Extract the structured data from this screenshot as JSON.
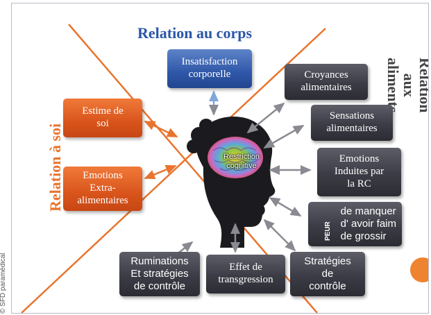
{
  "credit": "© SFD paramédical",
  "titles": {
    "top": "Relation au corps",
    "left": "Relation à soi",
    "right": "Relation aux\naliments"
  },
  "center": {
    "label": "Restriction\ncognitive"
  },
  "boxes": {
    "insatisfaction": "Insatisfaction\ncorporelle",
    "estime": "Estime de\nsoi",
    "emotions_extra": "Emotions\nExtra-\nalimentaires",
    "croyances": "Croyances\nalimentaires",
    "sensations": "Sensations\nalimentaires",
    "emotions_rc": "Emotions\nInduites par\nla RC",
    "peur_word": "PEUR",
    "peur_text": "de manquer\nd' avoir faim\nde grossir",
    "ruminations": "Ruminations\nEt stratégies\nde contrôle",
    "effet": "Effet de\ntransgression",
    "strategies": "Stratégies\nde\ncontrôle"
  },
  "colors": {
    "blue": "#2f57a8",
    "orange": "#d9541b",
    "dark_box": "#3c3c46",
    "diagonal": "#e8742f",
    "arrow_gray": "#8a8a92",
    "arrow_blue": "#7ea7d8",
    "arrow_orange": "#e8742f",
    "accent_dot": "#ee8330"
  }
}
